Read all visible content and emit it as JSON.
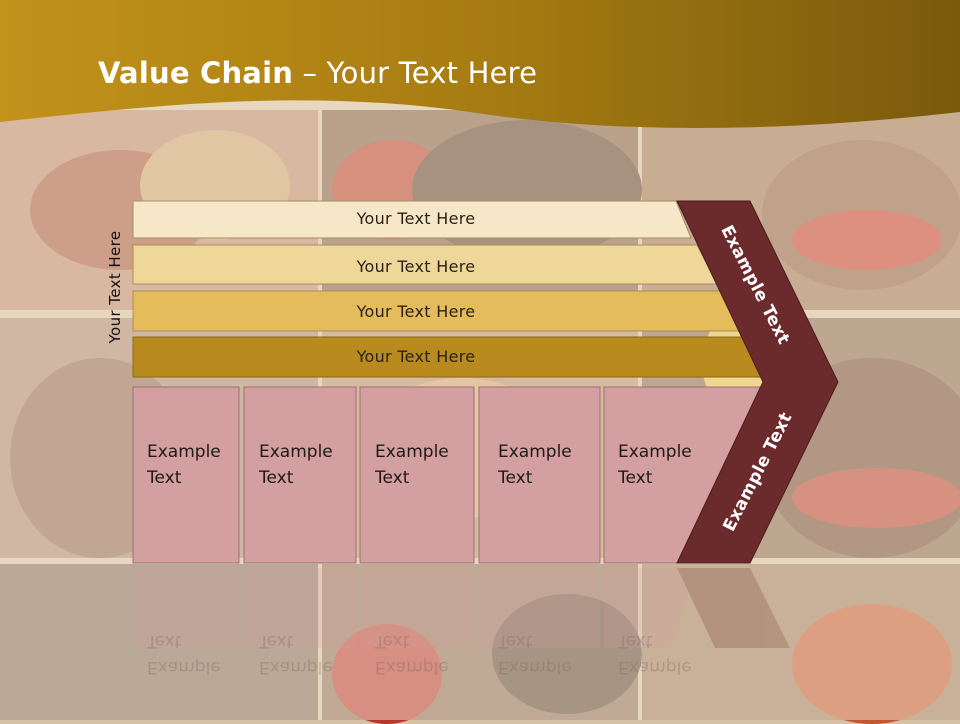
{
  "header": {
    "title_bold": "Value Chain",
    "title_rest": " – Your Text Here"
  },
  "side_label": "Your Text Here",
  "bars": [
    {
      "label": "Your Text Here",
      "color": "#f5e7c8"
    },
    {
      "label": "Your Text Here",
      "color": "#efd79a"
    },
    {
      "label": "Your Text Here",
      "color": "#e4bc5b"
    },
    {
      "label": "Your Text Here",
      "color": "#b98b1e"
    }
  ],
  "boxes": [
    {
      "line1": "Example",
      "line2": "Text"
    },
    {
      "line1": "Example",
      "line2": "Text"
    },
    {
      "line1": "Example",
      "line2": "Text"
    },
    {
      "line1": "Example",
      "line2": "Text"
    },
    {
      "line1": "Example",
      "line2": "Text"
    }
  ],
  "chevron": {
    "top_label": "Example Text",
    "bottom_label": "Example Text",
    "color": "#6b2a2c"
  },
  "colors": {
    "header_gold": "#a77c12",
    "box_pink": "#d39fa0"
  }
}
